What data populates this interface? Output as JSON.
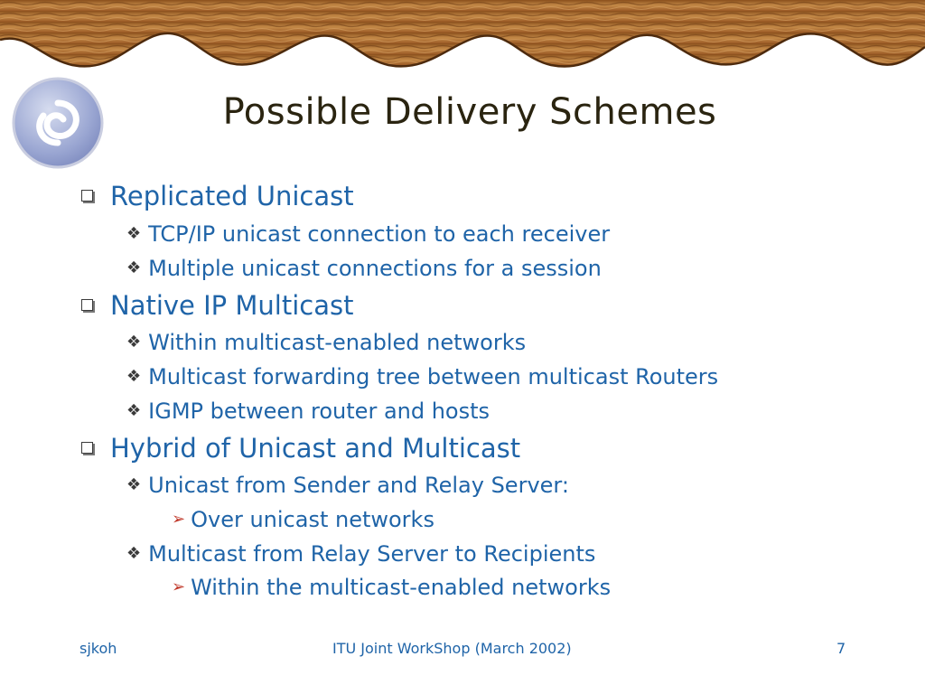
{
  "slide": {
    "title": "Possible Delivery Schemes",
    "items": [
      {
        "text": "Replicated Unicast"
      },
      {
        "text": "TCP/IP unicast connection to each receiver"
      },
      {
        "text": "Multiple unicast connections for a session"
      },
      {
        "text": "Native IP Multicast"
      },
      {
        "text": "Within multicast-enabled networks"
      },
      {
        "text": "Multicast forwarding tree between multicast Routers"
      },
      {
        "text": "IGMP between router and hosts"
      },
      {
        "text": "Hybrid of Unicast and Multicast"
      },
      {
        "text": "Unicast from Sender and Relay Server:"
      },
      {
        "text": "Over unicast networks"
      },
      {
        "text": "Multicast from Relay Server to Recipients"
      },
      {
        "text": "Within the multicast-enabled networks"
      }
    ]
  },
  "footer": {
    "author": "sjkoh",
    "event": "ITU Joint WorkShop (March 2002)",
    "page_number": "7"
  },
  "icons": {
    "banner": "wavy-wood-banner",
    "logo": "spiral-logo-icon",
    "level1_bullet": "square-bullet-icon",
    "level2_bullet": "diamond-bullet-icon",
    "level3_bullet": "arrow-bullet-icon"
  },
  "colors": {
    "text_blue": "#1f64a8",
    "title": "#2a2410",
    "banner_wood": "#b5773a",
    "arrow_bullet": "#c0392b"
  }
}
